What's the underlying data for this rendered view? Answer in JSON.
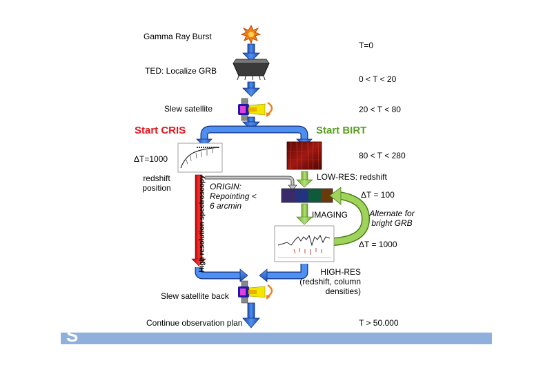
{
  "steps": {
    "grb": "Gamma Ray Burst",
    "localize": "TED: Localize GRB",
    "slew": "Slew satellite",
    "slew_back": "Slew satellite back",
    "continue": "Continue observation plan"
  },
  "times": {
    "t0": "T=0",
    "t1": "0 < T < 20",
    "t2": "20 < T < 80",
    "t3": "80 < T < 280",
    "t_end": "T > 50.000",
    "dt_cris": "ΔT=1000",
    "dt_100": "ΔT = 100",
    "dt_1000": "ΔT = 1000"
  },
  "branches": {
    "cris": "Start CRIS",
    "birt": "Start BIRT",
    "cris_color": "#e8141a",
    "birt_color": "#5aa020"
  },
  "labels": {
    "redshift_position": "redshift position",
    "hires_spectroscopy": "High resolution spectroscopy",
    "origin": "ORIGIN: Repointing < 6 arcmin",
    "lowres": "LOW-RES: redshift",
    "imaging": "IMAGING",
    "alternate": "Alternate for bright GRB",
    "highres": "HIGH-RES (redshift, column densities)"
  },
  "band_logo": "S",
  "colors": {
    "blue_arrow": "#2a6ed8",
    "green_arrow": "#8cc63f",
    "red_arrow": "#e8141a",
    "band": "#8fb0dc"
  },
  "icons": [
    "burst-icon",
    "ted-detector-icon",
    "satellite-icon",
    "spectrum-plot-icon",
    "birt-image-icon",
    "color-filter-strip-icon",
    "birt-spectrum-plot-icon"
  ]
}
